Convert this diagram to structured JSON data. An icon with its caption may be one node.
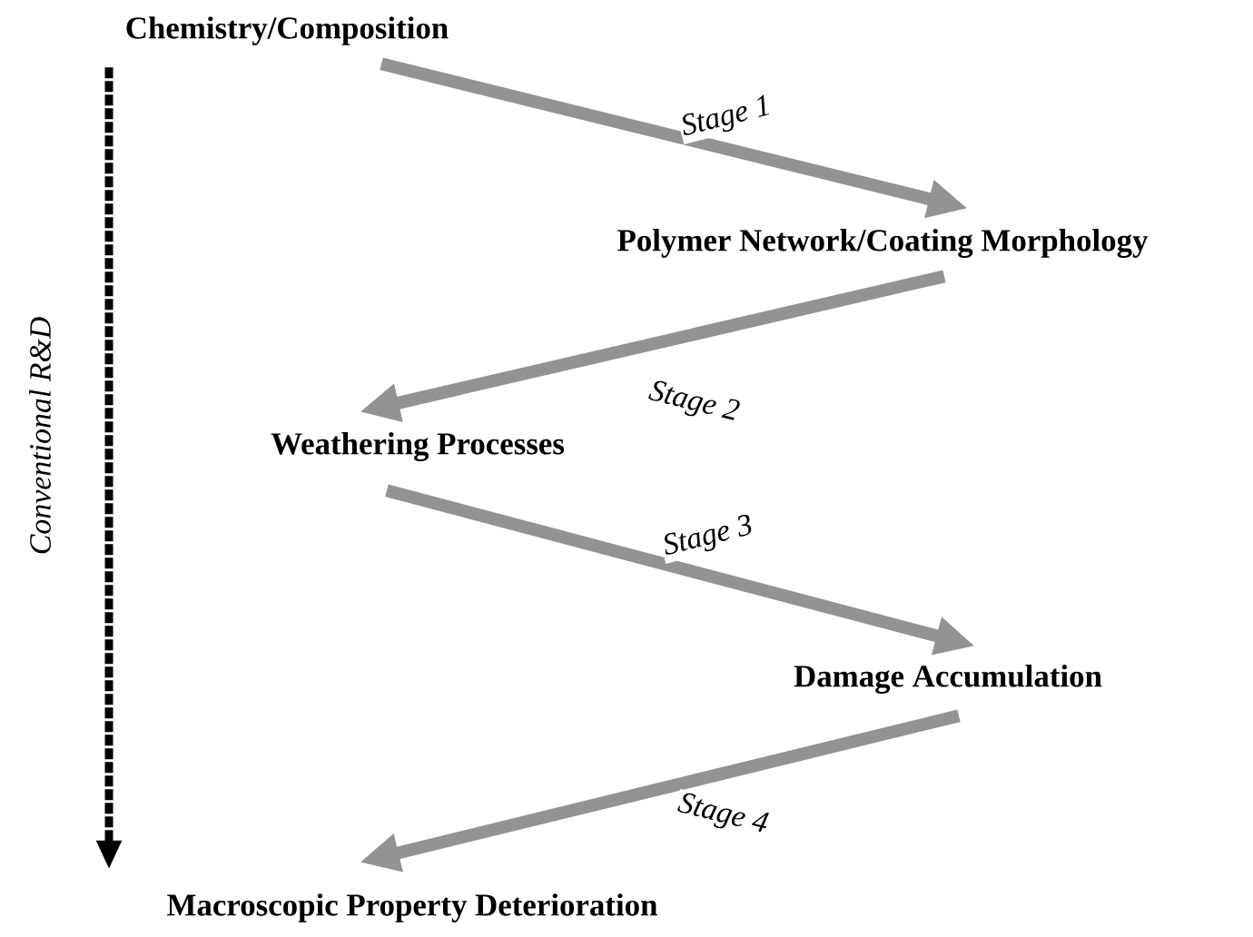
{
  "diagram": {
    "nodes": [
      {
        "text": [
          "Chemistry/Composition"
        ]
      },
      {
        "text": [
          "Polymer Network/Coating Morphology"
        ]
      },
      {
        "text": [
          "Weathering Processes"
        ]
      },
      {
        "text": [
          "Damage Accumulation"
        ]
      },
      {
        "text": [
          "Macroscopic Property Deterioration"
        ]
      }
    ],
    "edges": [
      {
        "from": 0,
        "to": 1,
        "arrow": "to",
        "label": "Stage 1"
      },
      {
        "from": 1,
        "to": 2,
        "arrow": "to",
        "label": "Stage 2"
      },
      {
        "from": 2,
        "to": 3,
        "arrow": "to",
        "label": "Stage 3"
      },
      {
        "from": 3,
        "to": 4,
        "arrow": "to",
        "label": "Stage 4"
      },
      {
        "from": 0,
        "to": 4,
        "arrow": "to",
        "label": "Conventional R&D",
        "style": "dashed",
        "color": "#000000"
      }
    ]
  }
}
